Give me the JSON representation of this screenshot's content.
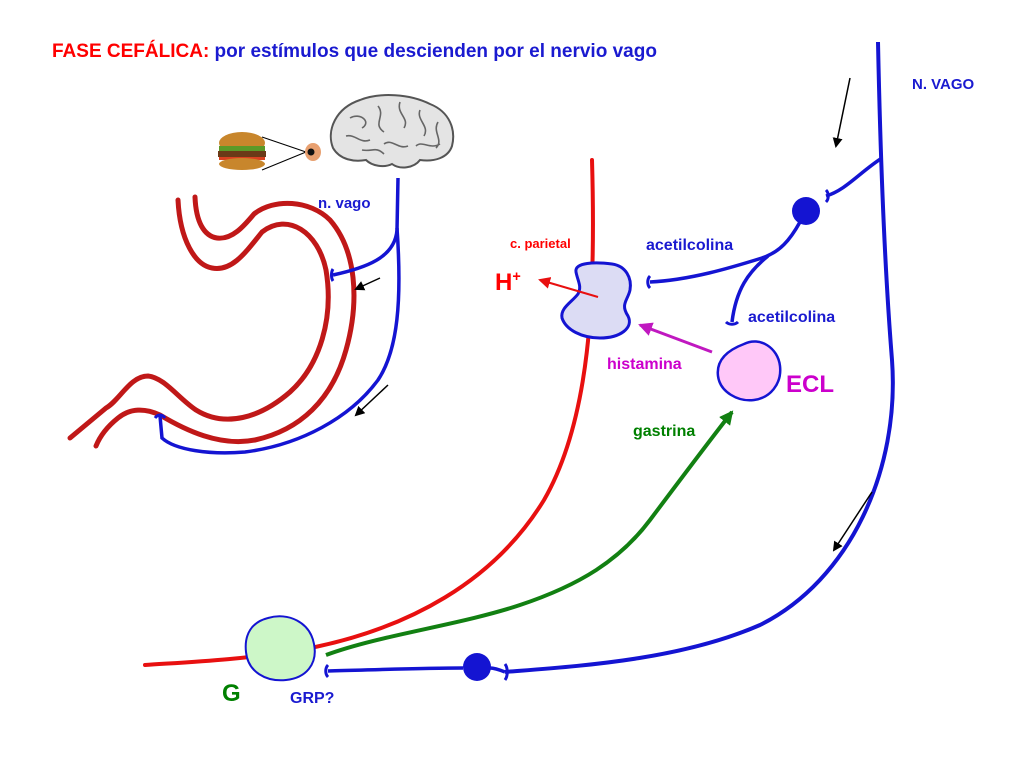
{
  "title": {
    "part1": "FASE CEFÁLICA:",
    "part2": " por estímulos que descienden por el nervio vago"
  },
  "labels": {
    "n_vago_upper": "N. VAGO",
    "n_vago_lower": "n. vago",
    "c_parietal": "c. parietal",
    "h_ion": "H",
    "h_ion_charge": "+",
    "acetilcolina_1": "acetilcolina",
    "acetilcolina_2": "acetilcolina",
    "histamina": "histamina",
    "ecl": "ECL",
    "gastrina": "gastrina",
    "g_cell": "G",
    "grp": "GRP?"
  },
  "colors": {
    "nerve": "#1414d2",
    "parietal_wall": "#e81010",
    "stomach": "#c01818",
    "gastrin": "#128012",
    "histamine": "#c018c0",
    "ecl_fill": "#ffc8f8",
    "g_fill": "#cdf7c8",
    "parietal_fill": "#dcdcf4"
  }
}
